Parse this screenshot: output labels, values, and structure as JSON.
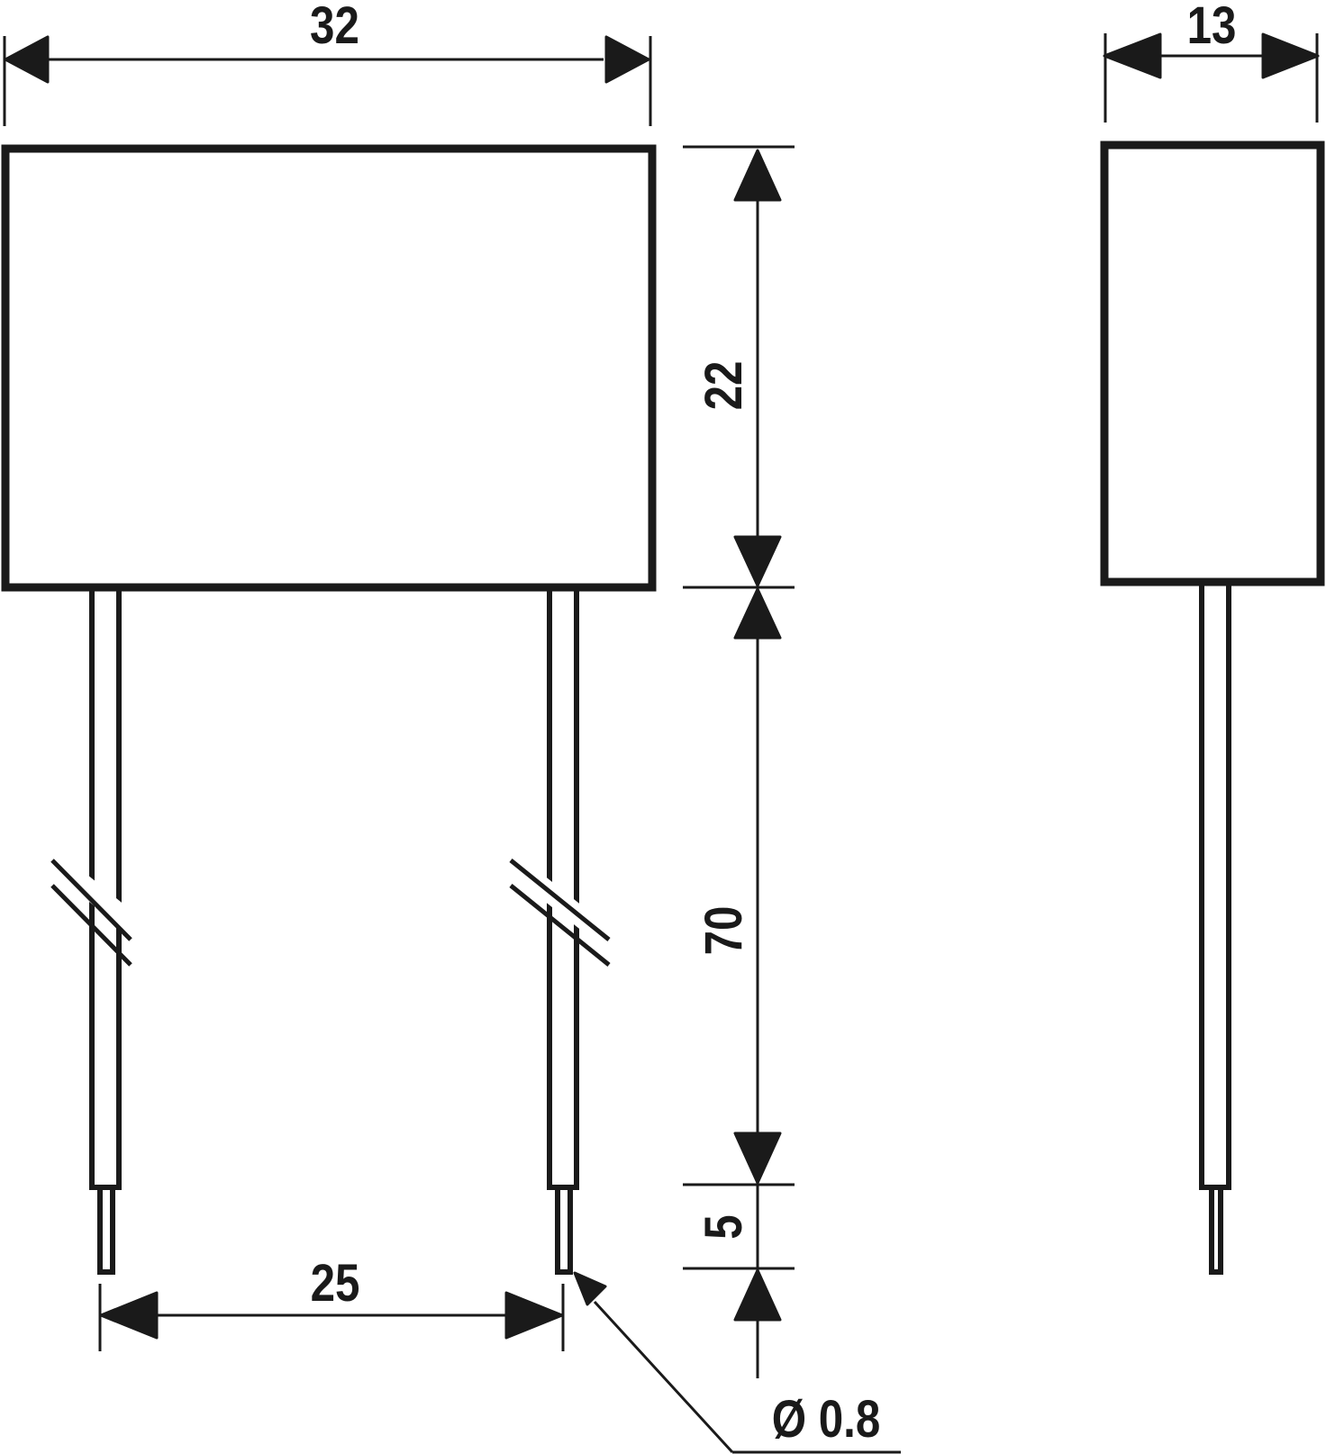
{
  "drawing": {
    "type": "technical dimension drawing",
    "subject": "radial-lead component (front and side view)",
    "units": "mm",
    "stroke_color": "#1a1a1a",
    "background": "#ffffff"
  },
  "front_view": {
    "width_label": "32",
    "height_label": "22",
    "lead_length_label": "70",
    "lead_tip_label": "5",
    "lead_spacing_label": "25",
    "lead_diameter_label": "Ø 0.8"
  },
  "side_view": {
    "depth_label": "13"
  }
}
